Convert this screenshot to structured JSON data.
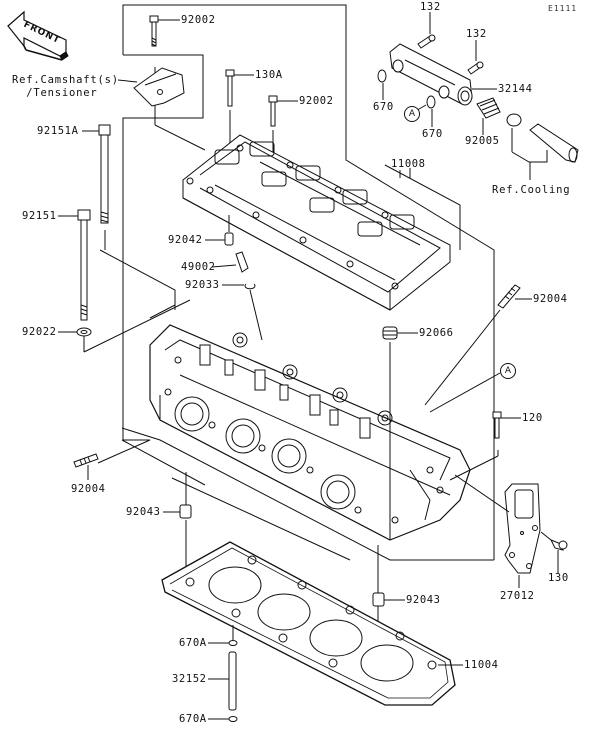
{
  "diagram": {
    "title": "Cylinder Head",
    "figure_code": "E1111",
    "front_indicator": "FRONT",
    "colors": {
      "line": "#111111",
      "background": "#ffffff"
    },
    "references": {
      "camshaft": "Ref.Camshaft(s)\n  /Tensioner",
      "cooling": "Ref.Cooling"
    },
    "markers": {
      "a1": "A",
      "a2": "A"
    },
    "parts": {
      "p92002_top": "92002",
      "p130A": "130A",
      "p92002_mid": "92002",
      "p92151A": "92151A",
      "p92151": "92151",
      "p92042": "92042",
      "p49002": "49002",
      "p92033": "92033",
      "p92022": "92022",
      "p92004_left": "92004",
      "p92043_left": "92043",
      "p670A_top": "670A",
      "p32152": "32152",
      "p670A_bottom": "670A",
      "p132_a": "132",
      "p132_b": "132",
      "p670_a": "670",
      "p670_b": "670",
      "p32144": "32144",
      "p92005": "92005",
      "p11008": "11008",
      "p92004_right": "92004",
      "p92066": "92066",
      "p120": "120",
      "p130": "130",
      "p27012": "27012",
      "p92043_right": "92043",
      "p11004": "11004"
    }
  }
}
